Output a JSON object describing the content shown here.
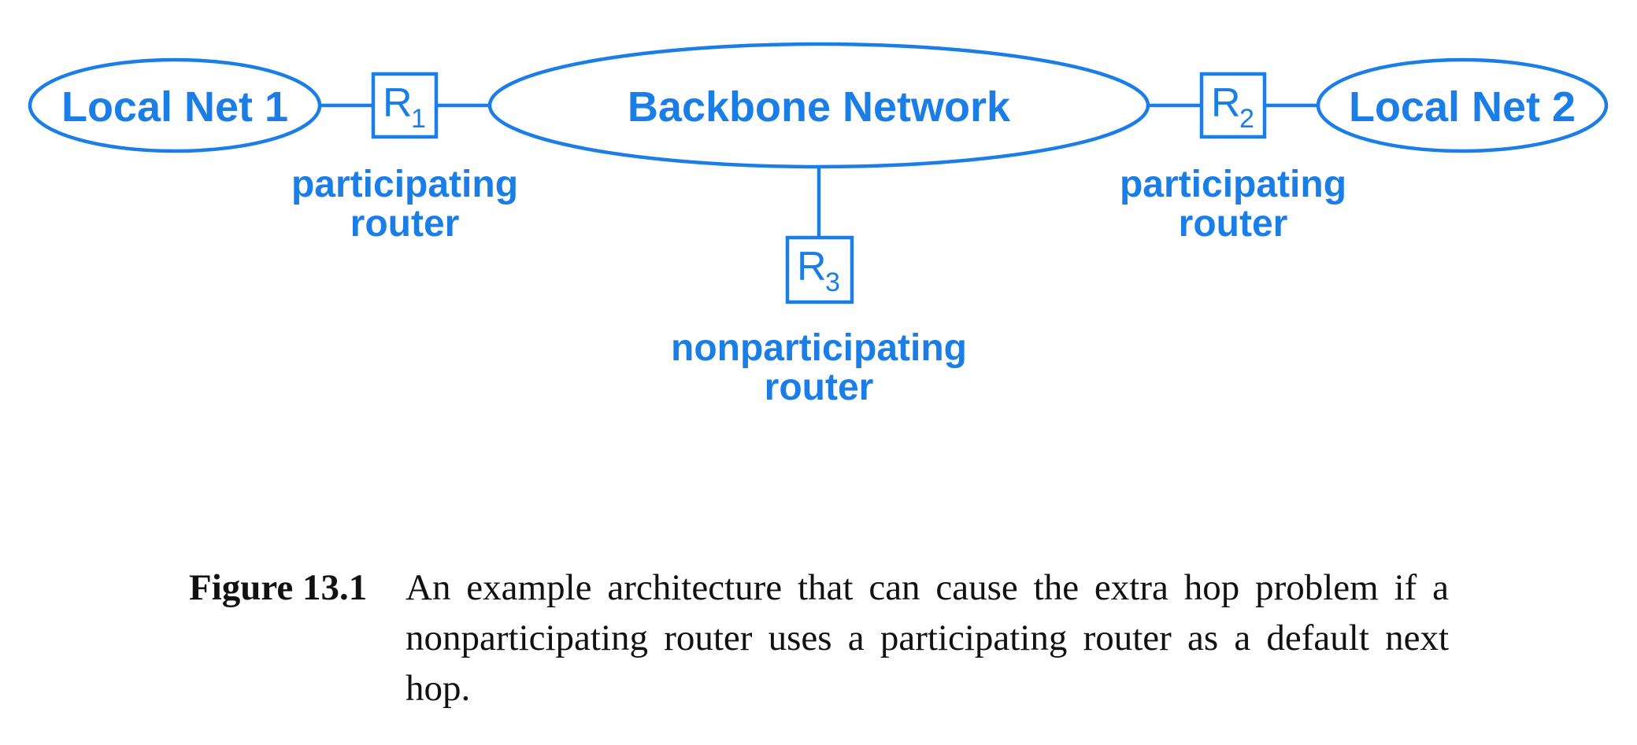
{
  "diagram": {
    "networks": {
      "local_net_1": "Local Net 1",
      "backbone": "Backbone Network",
      "local_net_2": "Local Net 2"
    },
    "routers": {
      "r1": {
        "letter": "R",
        "subscript": "1",
        "role_line1": "participating",
        "role_line2": "router"
      },
      "r2": {
        "letter": "R",
        "subscript": "2",
        "role_line1": "participating",
        "role_line2": "router"
      },
      "r3": {
        "letter": "R",
        "subscript": "3",
        "role_line1": "nonparticipating",
        "role_line2": "router"
      }
    },
    "accent_color": "#1a7ee6"
  },
  "caption": {
    "label": "Figure 13.1",
    "text": "An example architecture that can cause the extra hop problem if a nonparticipating router uses a participating router as a default next hop."
  }
}
